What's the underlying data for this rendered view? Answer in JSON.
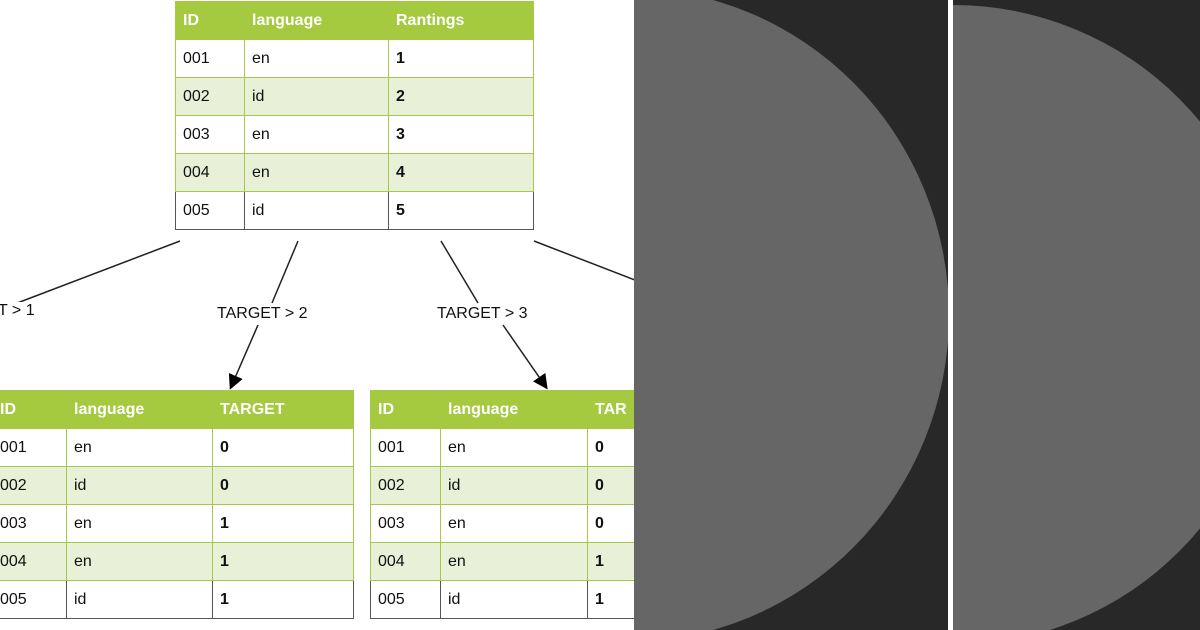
{
  "root_table": {
    "headers": [
      "ID",
      "language",
      "Rantings"
    ],
    "rows": [
      [
        "001",
        "en",
        "1"
      ],
      [
        "002",
        "id",
        "2"
      ],
      [
        "003",
        "en",
        "3"
      ],
      [
        "004",
        "en",
        "4"
      ],
      [
        "005",
        "id",
        "5"
      ]
    ]
  },
  "edges": [
    "T > 1",
    "TARGET > 2",
    "TARGET > 3"
  ],
  "table_target2": {
    "headers": [
      "ID",
      "language",
      "TARGET"
    ],
    "rows": [
      [
        "001",
        "en",
        "0"
      ],
      [
        "002",
        "id",
        "0"
      ],
      [
        "003",
        "en",
        "1"
      ],
      [
        "004",
        "en",
        "1"
      ],
      [
        "005",
        "id",
        "1"
      ]
    ]
  },
  "table_target3": {
    "headers": [
      "ID",
      "language",
      "TAR"
    ],
    "rows": [
      [
        "001",
        "en",
        "0"
      ],
      [
        "002",
        "id",
        "0"
      ],
      [
        "003",
        "en",
        "0"
      ],
      [
        "004",
        "en",
        "1"
      ],
      [
        "005",
        "id",
        "1"
      ]
    ]
  },
  "colors": {
    "header": "#a5c93f",
    "alt_row": "#e8f0d8",
    "panel": "#282828",
    "circle": "#666666"
  }
}
